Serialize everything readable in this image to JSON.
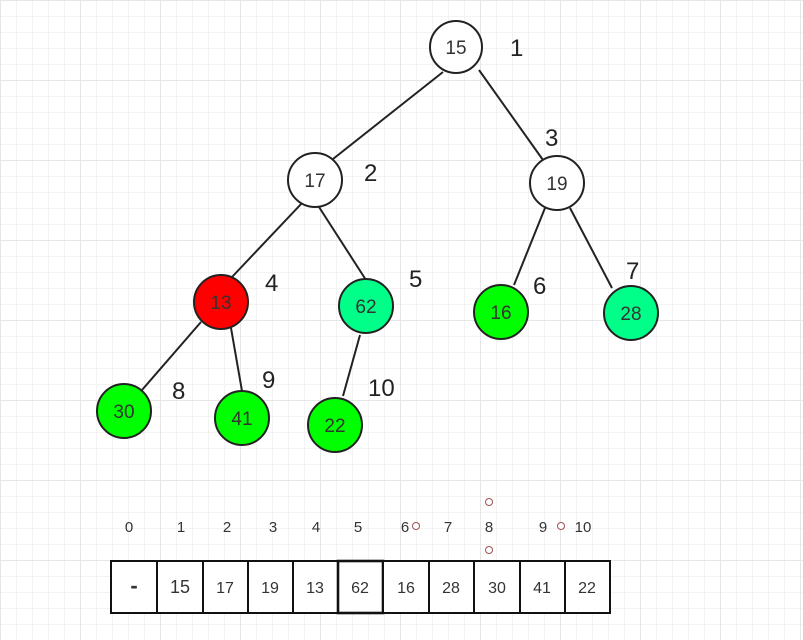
{
  "tree": {
    "nodes": [
      {
        "value": "15",
        "index": "1",
        "color": "#ffffff"
      },
      {
        "value": "17",
        "index": "2",
        "color": "#ffffff"
      },
      {
        "value": "19",
        "index": "3",
        "color": "#ffffff"
      },
      {
        "value": "13",
        "index": "4",
        "color": "#ff0000"
      },
      {
        "value": "62",
        "index": "5",
        "color": "#00ff88"
      },
      {
        "value": "16",
        "index": "6",
        "color": "#00ff00"
      },
      {
        "value": "28",
        "index": "7",
        "color": "#00ff88"
      },
      {
        "value": "30",
        "index": "8",
        "color": "#00ff00"
      },
      {
        "value": "41",
        "index": "9",
        "color": "#00ff00"
      },
      {
        "value": "22",
        "index": "10",
        "color": "#00ff00"
      }
    ]
  },
  "array": {
    "headers": [
      "0",
      "1",
      "2",
      "3",
      "4",
      "5",
      "6",
      "7",
      "8",
      "9",
      "10"
    ],
    "cells": [
      "-",
      "15",
      "17",
      "19",
      "13",
      "62",
      "16",
      "28",
      "30",
      "41",
      "22"
    ]
  }
}
